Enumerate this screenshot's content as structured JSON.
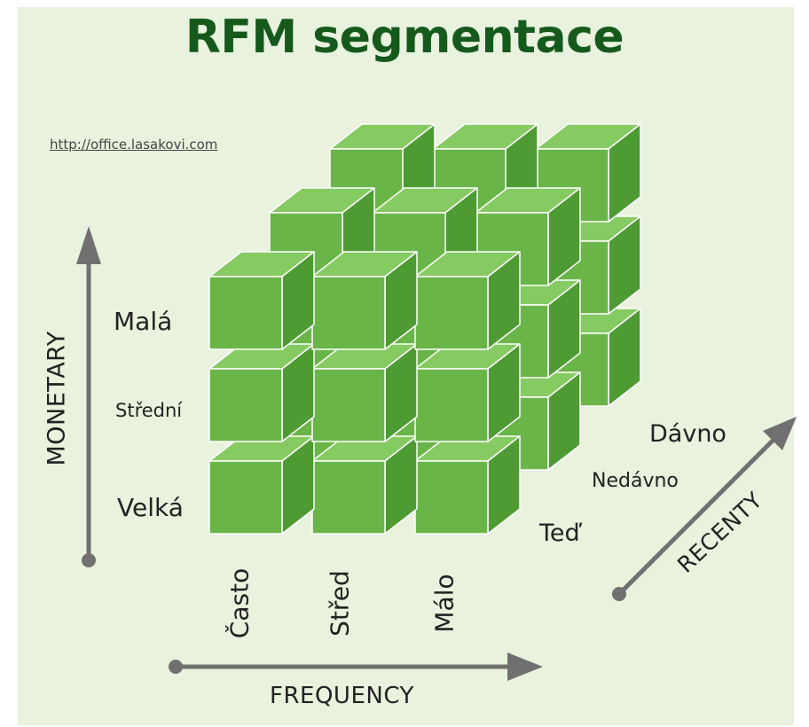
{
  "title": "RFM segmentace",
  "source_link": "http://office.lasakovi.com",
  "axes": {
    "monetary": {
      "title": "MONETARY",
      "levels": [
        "Malá",
        "Střední",
        "Velká"
      ]
    },
    "frequency": {
      "title": "FREQUENCY",
      "levels": [
        "Často",
        "Střed",
        "Málo"
      ]
    },
    "recency": {
      "title": "RECENTY",
      "levels": [
        "Dávno",
        "Nedávno",
        "Teď"
      ]
    }
  },
  "colors": {
    "background": "#e8f2dd",
    "title": "#155a1c",
    "cube_front": "#6ab548",
    "cube_top": "#86ca62",
    "cube_side": "#4e9a33",
    "arrow": "#707070"
  }
}
